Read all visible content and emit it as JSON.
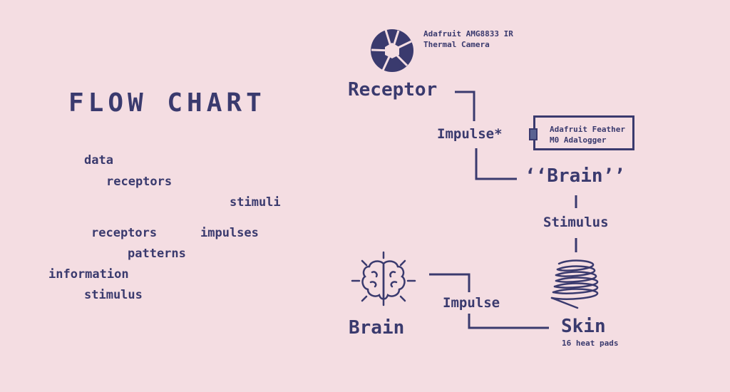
{
  "left": {
    "title": "FLOW CHART",
    "words": [
      "data",
      "receptors",
      "stimuli",
      "receptors",
      "impulses",
      "patterns",
      "information",
      "stimulus"
    ]
  },
  "diagram": {
    "camera_label_line1": "Adafruit AMG8833 IR",
    "camera_label_line2": "Thermal Camera",
    "receptor": "Receptor",
    "impulse_top": "Impulse*",
    "board_line1": "Adafruit Feather",
    "board_line2": "M0 Adalogger",
    "brain_quote": "‘‘Brain’’",
    "stimulus": "Stimulus",
    "impulse_bottom": "Impulse",
    "brain": "Brain",
    "skin": "Skin",
    "skin_note": "16 heat pads"
  },
  "colors": {
    "background": "#f4dde2",
    "ink": "#3a3a6e"
  },
  "icons": [
    "camera-aperture-icon",
    "brain-icon",
    "heat-coil-icon",
    "board-chip-icon"
  ]
}
